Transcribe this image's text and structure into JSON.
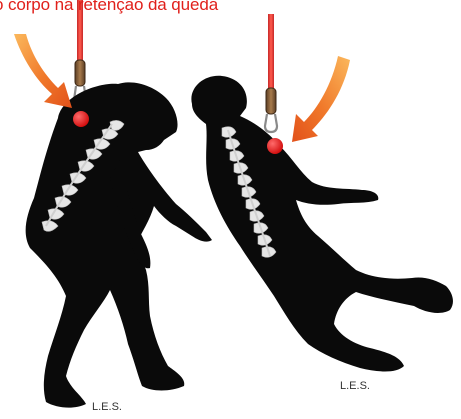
{
  "caption": "o corpo na retenção da queda",
  "figures": [
    {
      "label": "L.E.S."
    },
    {
      "label": "L.E.S."
    }
  ],
  "colors": {
    "caption": "#e0201b",
    "lanyard": "#e53935",
    "attachment_point": "#e01010",
    "arrow_dark": "#e4571b",
    "arrow_light": "#f7a04b",
    "silhouette": "#0a0a0a",
    "spine": "#e6e6e6"
  },
  "icons": {
    "arrow": "curved-arrow-icon",
    "connector": "carabiner-icon"
  }
}
